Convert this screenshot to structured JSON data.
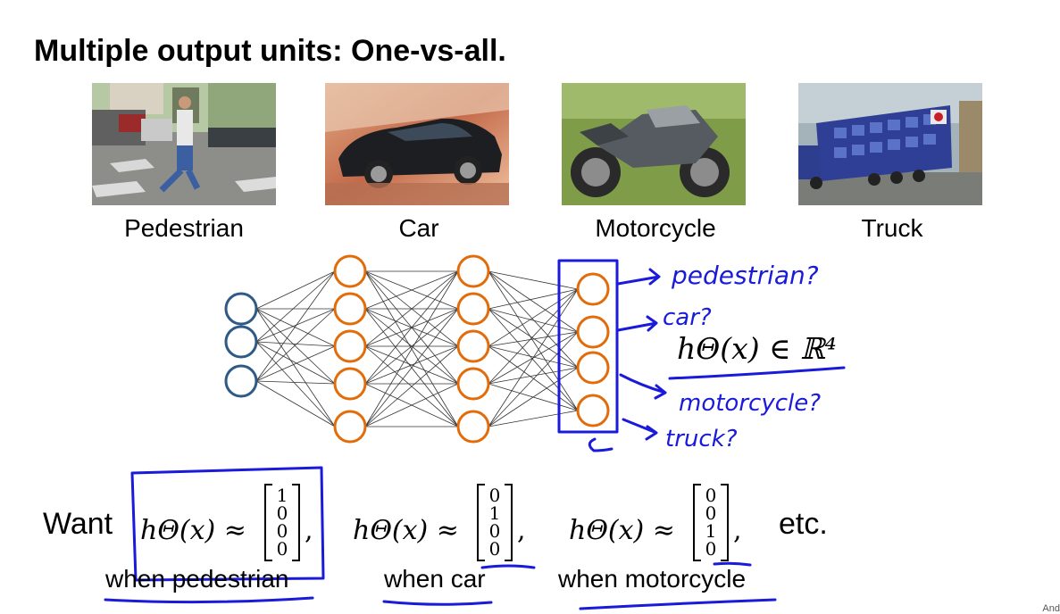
{
  "slide": {
    "title": "Multiple output units: One-vs-all.",
    "corner_text": "And"
  },
  "images": [
    {
      "label": "Pedestrian"
    },
    {
      "label": "Car"
    },
    {
      "label": "Motorcycle"
    },
    {
      "label": "Truck"
    }
  ],
  "network": {
    "layers": [
      3,
      5,
      5,
      4
    ],
    "input_color": "#2e5a87",
    "hidden_color": "#e36c0a",
    "output_color": "#e36c0a",
    "edge_color": "#333333"
  },
  "annotations": {
    "outputs": [
      "pedestrian?",
      "car?",
      "motorcycle?",
      "truck?"
    ],
    "hypothesis": "hΘ(x) ∈ ℝ⁴",
    "accent_color": "#1a1adb"
  },
  "want": {
    "label": "Want",
    "etc": "etc.",
    "vectors": [
      {
        "values": [
          "1",
          "0",
          "0",
          "0"
        ],
        "caption": "when pedestrian"
      },
      {
        "values": [
          "0",
          "1",
          "0",
          "0"
        ],
        "caption": "when car"
      },
      {
        "values": [
          "0",
          "0",
          "1",
          "0"
        ],
        "caption": "when motorcycle"
      }
    ]
  }
}
